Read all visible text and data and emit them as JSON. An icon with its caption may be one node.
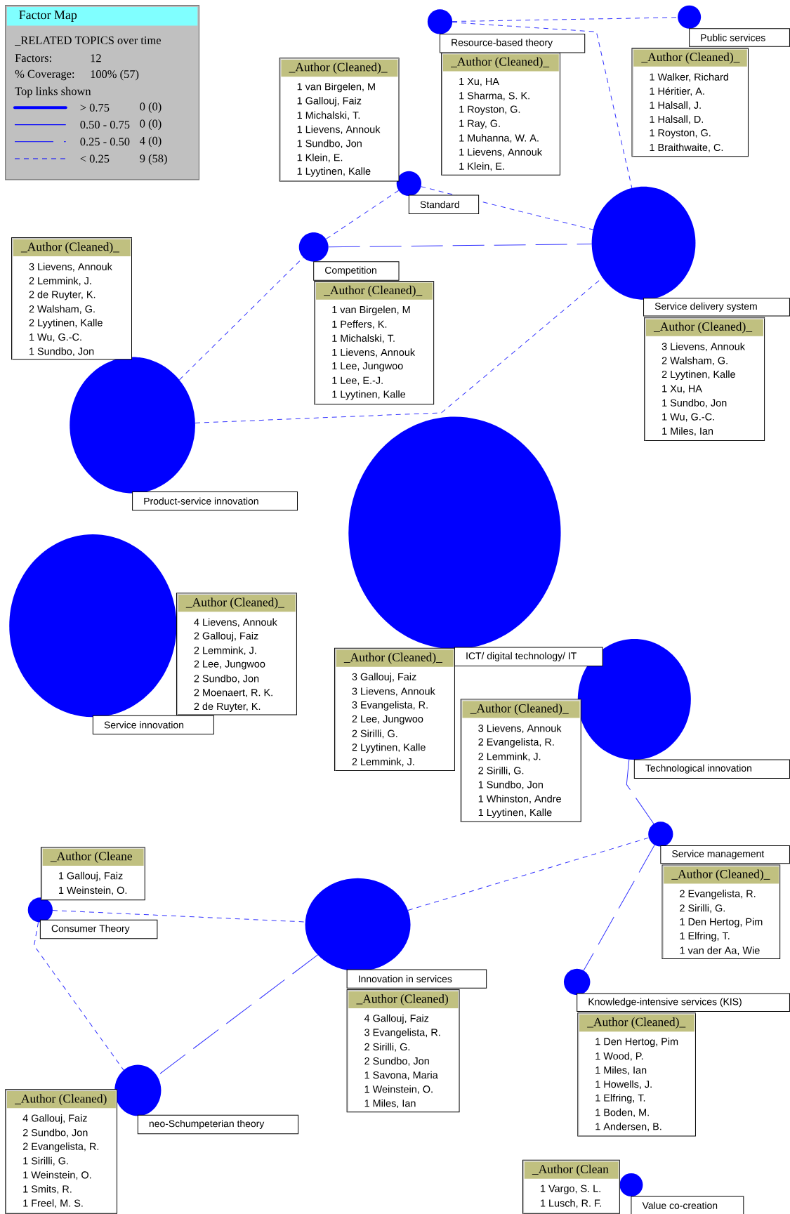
{
  "diagram": {
    "title": "Factor Map",
    "nodes": [
      {
        "text": [],
        "shape": "circle"
      },
      {
        "text": [
          "Resource-based theory"
        ]
      },
      {
        "text": [
          "_Author (Cleaned)_",
          "1 Xu, HA",
          "1 Sharma, S. K.",
          "1 Royston, G.",
          "1 Ray, G.",
          "1 Muhanna, W. A.",
          "1 Lievens, Annouk",
          "1 Klein, E."
        ]
      },
      {
        "text": [],
        "shape": "circle"
      },
      {
        "text": [
          "Public services"
        ]
      },
      {
        "text": [
          "_Author (Cleaned)_",
          "1 Walker, Richard",
          "1 Héritier, A.",
          "1 Halsall, J.",
          "1 Halsall, D.",
          "1 Royston, G.",
          "1 Braithwaite, C."
        ]
      },
      {
        "text": [],
        "shape": "circle"
      },
      {
        "text": [
          "Standard"
        ]
      },
      {
        "text": [
          "_Author (Cleaned)_",
          "1 van Birgelen, M",
          "1 Gallouj, Faiz",
          "1 Michalski, T.",
          "1 Lievens, Annouk",
          "1 Sundbo, Jon",
          "1 Klein, E.",
          "1 Lyytinen, Kalle"
        ]
      },
      {
        "text": [],
        "shape": "circle"
      },
      {
        "text": [
          "Competition"
        ]
      },
      {
        "text": [
          "_Author (Cleaned)_",
          "1 van Birgelen, M",
          "1 Peffers, K.",
          "1 Michalski, T.",
          "1 Lievens, Annouk",
          "1 Lee, Jungwoo",
          "1 Lee, E.-J.",
          "1 Lyytinen, Kalle"
        ]
      },
      {
        "text": [],
        "shape": "circle"
      },
      {
        "text": [
          "Product-service innovation"
        ]
      },
      {
        "text": [
          "_Author (Cleaned)_",
          "3 Lievens, Annouk",
          "2 Lemmink, J.",
          "2 de Ruyter, K.",
          "2 Walsham, G.",
          "2 Lyytinen, Kalle",
          "1 Wu, G.-C.",
          "1 Sundbo, Jon"
        ]
      },
      {
        "text": [],
        "shape": "circle"
      },
      {
        "text": [
          "Service delivery system"
        ]
      },
      {
        "text": [
          "_Author (Cleaned)_",
          "3 Lievens, Annouk",
          "2 Walsham, G.",
          "2 Lyytinen, Kalle",
          "1 Xu, HA",
          "1 Sundbo, Jon",
          "1 Wu, G.-C.",
          "1 Miles, Ian"
        ]
      },
      {
        "text": [],
        "shape": "circle"
      },
      {
        "text": [
          "ICT/ digital technology/ IT"
        ]
      },
      {
        "text": [
          "_Author (Cleaned)_",
          "3 Gallouj, Faiz",
          "3 Lievens, Annouk",
          "3 Evangelista, R.",
          "2 Lee, Jungwoo",
          "2 Sirilli, G.",
          "2 Lyytinen, Kalle",
          "2 Lemmink, J."
        ]
      },
      {
        "text": [],
        "shape": "circle"
      },
      {
        "text": [
          "Service innovation"
        ]
      },
      {
        "text": [
          "_Author (Cleaned)_",
          "4 Lievens, Annouk",
          "2 Gallouj, Faiz",
          "2 Lemmink, J.",
          "2 Lee, Jungwoo",
          "2 Sundbo, Jon",
          "2 Moenaert, R. K.",
          "2 de Ruyter, K."
        ]
      },
      {
        "text": [],
        "shape": "circle"
      },
      {
        "text": [
          "Technological innovation"
        ]
      },
      {
        "text": [
          "_Author (Cleaned)_",
          "3 Lievens, Annouk",
          "2 Evangelista, R.",
          "2 Lemmink, J.",
          "2 Sirilli, G.",
          "1 Sundbo, Jon",
          "1 Whinston, Andre",
          "1 Lyytinen, Kalle"
        ]
      },
      {
        "text": [],
        "shape": "circle"
      },
      {
        "text": [
          "Service management"
        ]
      },
      {
        "text": [
          "_Author (Cleaned)_",
          "2 Evangelista, R.",
          "2 Sirilli, G.",
          "1 Den Hertog, Pim",
          "1 Elfring, T.",
          "1 van der Aa, Wie"
        ]
      },
      {
        "text": [],
        "shape": "circle"
      },
      {
        "text": [
          "Consumer Theory"
        ]
      },
      {
        "text": [
          "_Author (Cleane",
          "1 Gallouj, Faiz",
          "1 Weinstein, O."
        ]
      },
      {
        "text": [],
        "shape": "circle"
      },
      {
        "text": [
          "Innovation in services"
        ]
      },
      {
        "text": [
          "_Author (Cleaned)",
          "4 Gallouj, Faiz",
          "3 Evangelista, R.",
          "2 Sirilli, G.",
          "2 Sundbo, Jon",
          "1 Savona, Maria",
          "1 Weinstein, O.",
          "1 Miles, Ian"
        ]
      },
      {
        "text": [],
        "shape": "circle"
      },
      {
        "text": [
          "Knowledge-intensive services (KIS)"
        ]
      },
      {
        "text": [
          "_Author (Cleaned)_",
          "1 Den Hertog, Pim",
          "1 Wood, P.",
          "1 Miles, Ian",
          "1 Howells, J.",
          "1 Elfring, T.",
          "1 Boden, M.",
          "1 Andersen, B."
        ]
      },
      {
        "text": [],
        "shape": "circle"
      },
      {
        "text": [
          "neo-Schumpeterian theory"
        ]
      },
      {
        "text": [
          "_Author (Cleaned)",
          "4 Gallouj, Faiz",
          "2 Sundbo, Jon",
          "2 Evangelista, R.",
          "1 Sirilli, G.",
          "1 Weinstein, O.",
          "1 Smits, R.",
          "1 Freel, M. S."
        ]
      },
      {
        "text": [],
        "shape": "circle"
      },
      {
        "text": [
          "Value co-creation"
        ]
      },
      {
        "text": [
          "_Author (Clean",
          "1 Vargo, S. L.",
          "1 Lusch, R. F."
        ]
      }
    ],
    "edges": [
      {
        "from": 0,
        "to": 3,
        "arrow": "none",
        "style": "dashed"
      },
      {
        "from": 0,
        "to": 15,
        "arrow": "none",
        "style": "dashed"
      },
      {
        "from": 6,
        "to": 15,
        "arrow": "none",
        "style": "dashed"
      },
      {
        "from": 6,
        "to": 9,
        "arrow": "none",
        "style": "dashed"
      },
      {
        "from": 9,
        "to": 15,
        "arrow": "none"
      },
      {
        "from": 12,
        "to": 9,
        "arrow": "none",
        "style": "dashed"
      },
      {
        "from": 12,
        "to": 15,
        "arrow": "none",
        "style": "dashed"
      },
      {
        "from": 24,
        "to": 27,
        "arrow": "none"
      },
      {
        "from": 33,
        "to": 27,
        "arrow": "none",
        "style": "dashed"
      },
      {
        "from": 27,
        "to": 36,
        "arrow": "none"
      },
      {
        "from": 30,
        "to": 33,
        "arrow": "none",
        "style": "dashed"
      },
      {
        "from": 30,
        "to": 39,
        "arrow": "none",
        "style": "dashed"
      },
      {
        "from": 33,
        "to": 39,
        "arrow": "none"
      }
    ],
    "labels": [
      "_RELATED TOPICS over time",
      "Factors:",
      "12",
      "% Coverage:",
      "100% (57)",
      "Top links shown",
      "0 (0)",
      "0 (0)",
      "4 (0)",
      "9 (58)"
    ],
    "legend": [
      {
        "text": "> 0.75"
      },
      {
        "text": "0.50 - 0.75"
      },
      {
        "text": "0.25 - 0.50"
      },
      {
        "text": "< 0.25"
      }
    ]
  }
}
